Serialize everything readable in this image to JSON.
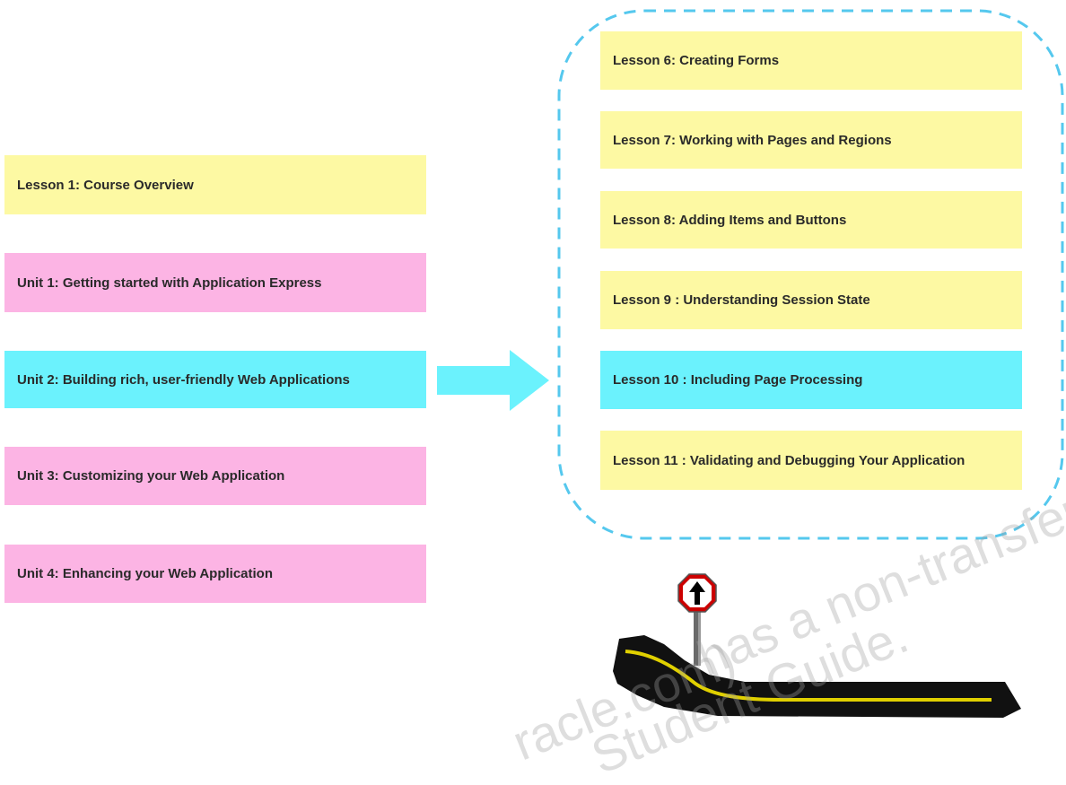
{
  "left": {
    "lesson1": "Lesson 1: Course Overview",
    "unit1": "Unit 1: Getting started with Application Express",
    "unit2": "Unit  2: Building rich, user-friendly Web Applications",
    "unit3": "Unit  3: Customizing your Web Application",
    "unit4": "Unit  4: Enhancing your Web Application"
  },
  "right": {
    "lesson6": "Lesson 6: Creating Forms",
    "lesson7": "Lesson 7: Working with Pages and Regions",
    "lesson8": "Lesson 8: Adding Items and Buttons",
    "lesson9": "Lesson 9 : Understanding Session State",
    "lesson10": "Lesson 10 : Including Page Processing",
    "lesson11": "Lesson 11 : Validating and Debugging Your Application"
  },
  "watermark": {
    "line1": "has a non-transferable",
    "line2": "racle.com)",
    "line3": "Student Guide."
  },
  "colors": {
    "yellow": "#fdf9a3",
    "pink": "#fcb4e4",
    "cyan": "#6bf2fd",
    "dashed_border": "#55c8ee"
  },
  "icons": {
    "arrow": "right-arrow-icon",
    "sign": "road-sign-icon",
    "road": "road-icon"
  }
}
